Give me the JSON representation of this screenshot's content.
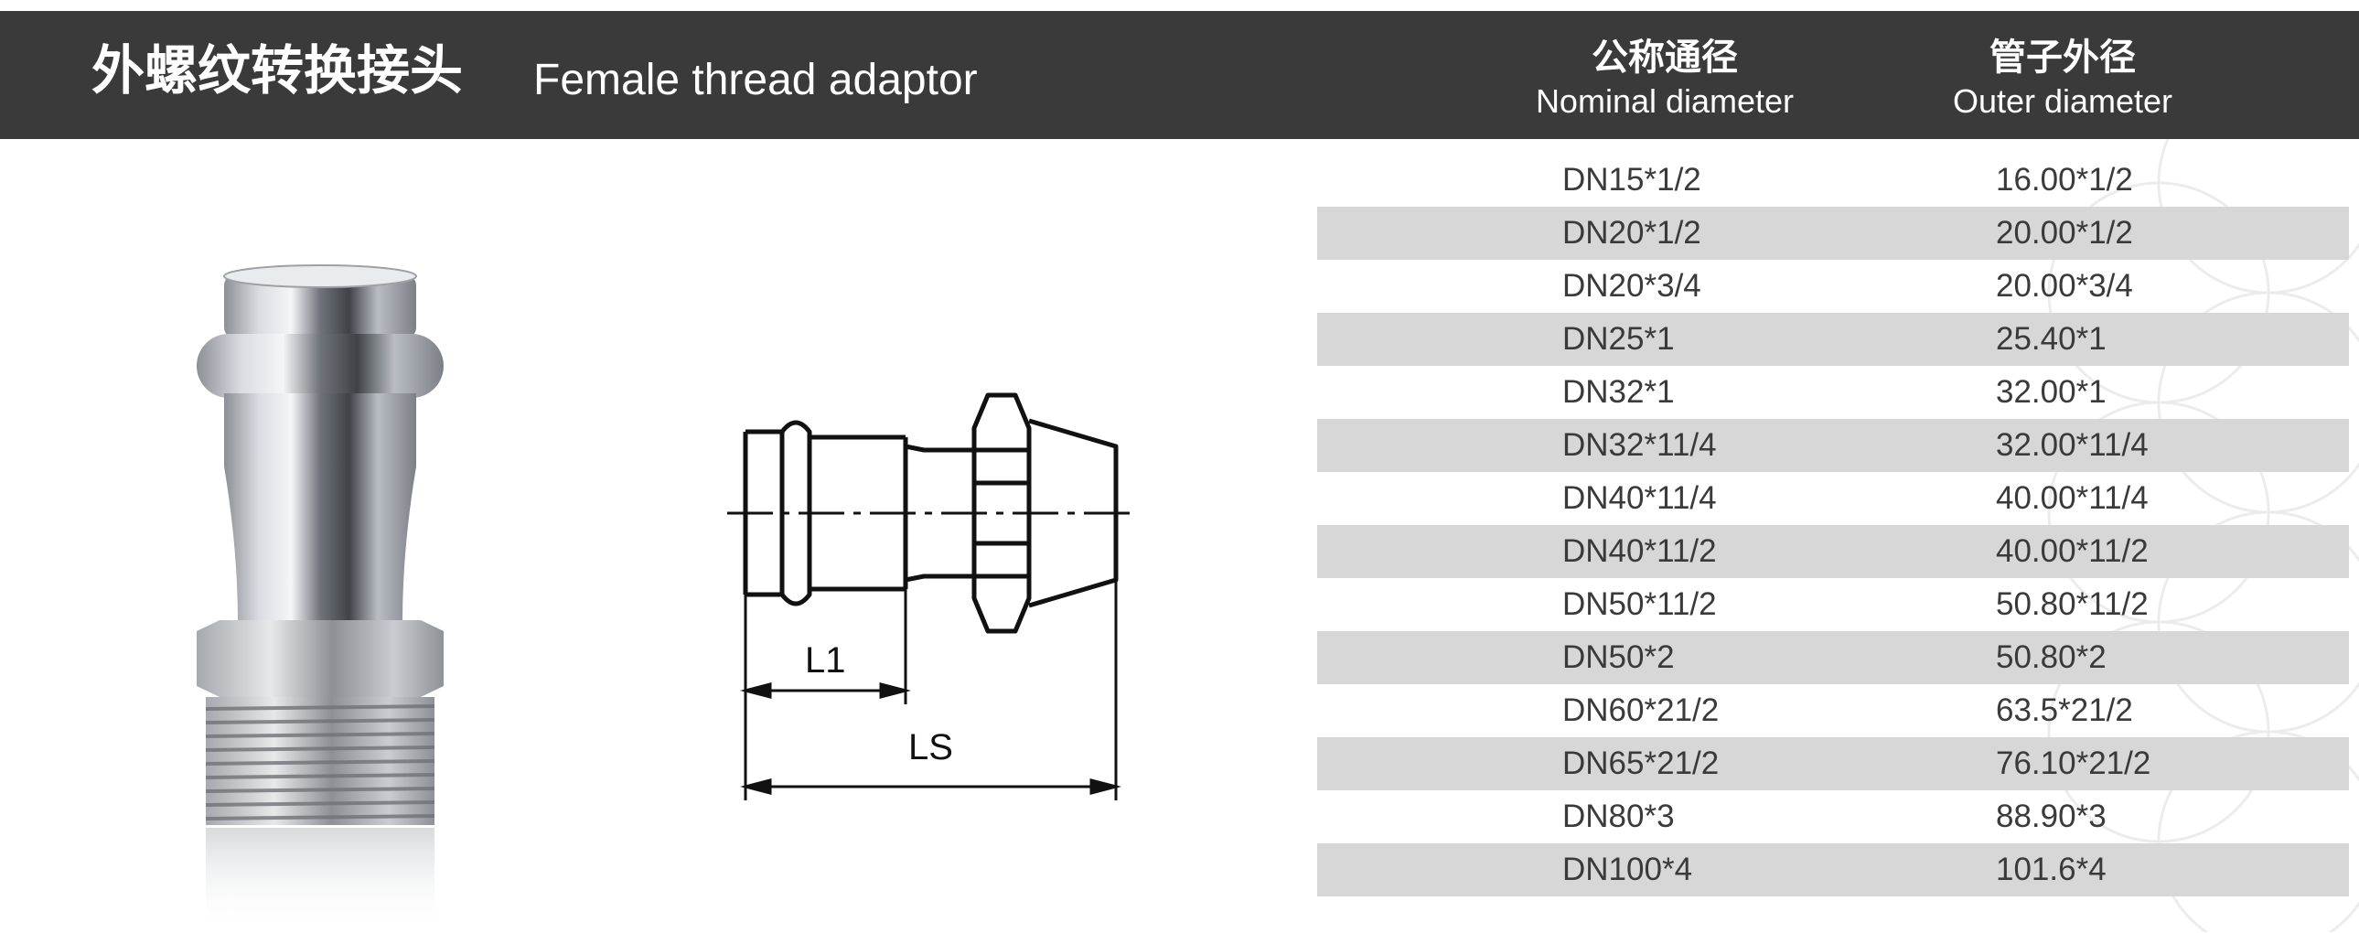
{
  "header": {
    "title_cn": "外螺纹转换接头",
    "title_en": "Female thread adaptor",
    "col1_cn": "公称通径",
    "col1_en": "Nominal diameter",
    "col2_cn": "管子外径",
    "col2_en": "Outer diameter"
  },
  "drawing": {
    "l1_label": "L1",
    "ls_label": "LS"
  },
  "table": {
    "rows": [
      {
        "nominal": "DN15*1/2",
        "outer": "16.00*1/2"
      },
      {
        "nominal": "DN20*1/2",
        "outer": "20.00*1/2"
      },
      {
        "nominal": "DN20*3/4",
        "outer": "20.00*3/4"
      },
      {
        "nominal": "DN25*1",
        "outer": "25.40*1"
      },
      {
        "nominal": "DN32*1",
        "outer": "32.00*1"
      },
      {
        "nominal": "DN32*11/4",
        "outer": "32.00*11/4"
      },
      {
        "nominal": "DN40*11/4",
        "outer": "40.00*11/4"
      },
      {
        "nominal": "DN40*11/2",
        "outer": "40.00*11/2"
      },
      {
        "nominal": "DN50*11/2",
        "outer": "50.80*11/2"
      },
      {
        "nominal": "DN50*2",
        "outer": "50.80*2"
      },
      {
        "nominal": "DN60*21/2",
        "outer": "63.5*21/2"
      },
      {
        "nominal": "DN65*21/2",
        "outer": "76.10*21/2"
      },
      {
        "nominal": "DN80*3",
        "outer": "88.90*3"
      },
      {
        "nominal": "DN100*4",
        "outer": "101.6*4"
      }
    ]
  },
  "colors": {
    "header_bg": "#3a3a3a",
    "row_shade": "#d7d7d7",
    "text": "#3a3a3a"
  }
}
